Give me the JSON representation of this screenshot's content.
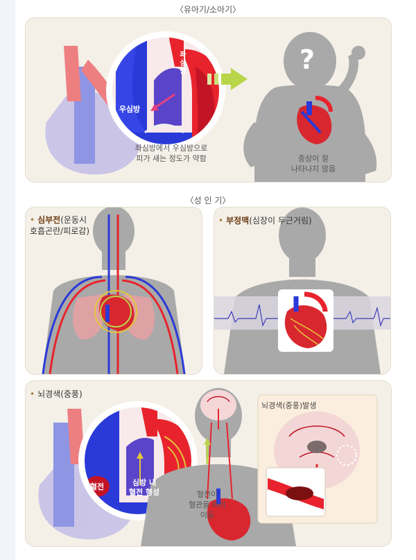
{
  "sections": {
    "infant_header": "〈유아기/소아기〉",
    "adult_header": "〈성 인 기〉"
  },
  "panel1": {
    "label_right_atrium": "우심방",
    "label_left_atrium": "좌심방",
    "caption_flow": "좌심방에서 우심방으로\n피가 새는 정도가 약함",
    "caption_symptoms": "증상이 잘\n나타나지 않음",
    "question_mark": "?"
  },
  "panel2": {
    "title_bold": "심부전",
    "title_rest": "(운동시\n호흡곤란/피로감)"
  },
  "panel3": {
    "title_bold": "부정맥",
    "title_rest": "(심장이 두근거림)"
  },
  "panel4": {
    "title": "뇌경색(중풍)",
    "label_clot": "혈전",
    "label_formation": "심방 내\n혈전 형성",
    "caption_travel": "혈전이\n혈관을 따라\n이동",
    "stroke_label": "뇌경색(중풍)발생"
  },
  "colors": {
    "panel_bg": "#f4f0e8",
    "artery": "#e8232d",
    "vein": "#2a3ad8",
    "arrow": "#b9d64a",
    "silhouette": "#a9a9a9"
  }
}
